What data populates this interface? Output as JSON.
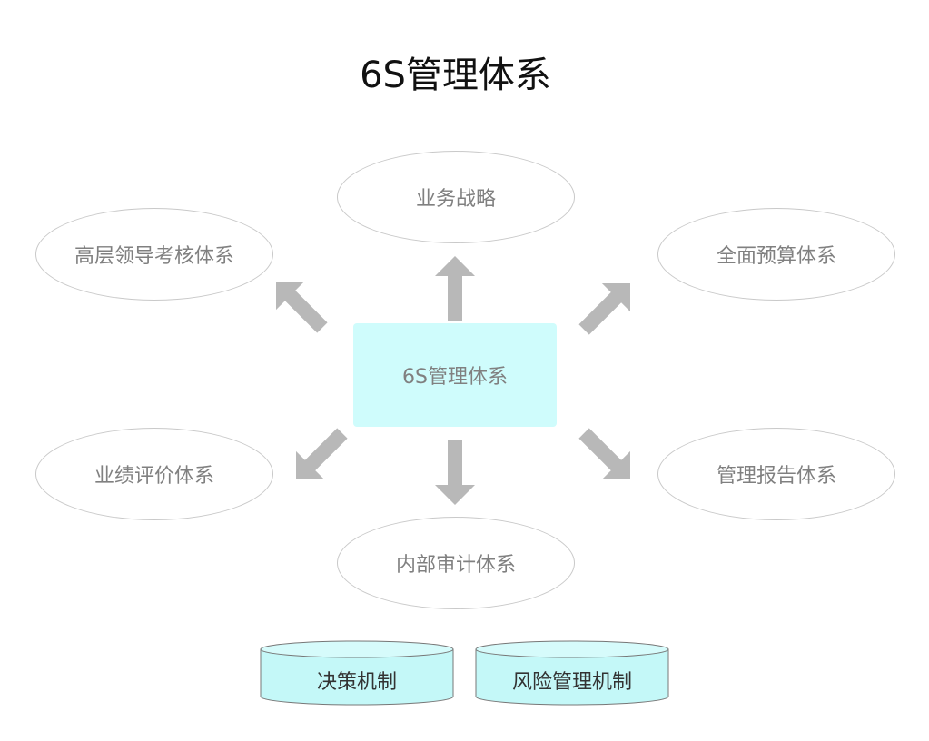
{
  "title": "6S管理体系",
  "center": "6S管理体系",
  "nodes": {
    "top": "业务战略",
    "top_left": "高层领导考核体系",
    "top_right": "全面预算体系",
    "bottom_left": "业绩评价体系",
    "bottom_right": "管理报告体系",
    "bottom": "内部审计体系"
  },
  "mechanisms": {
    "left": "决策机制",
    "right": "风险管理机制"
  },
  "colors": {
    "center_fill": "#cffcfc",
    "cylinder_fill": "#c4f8f8",
    "arrow": "#b8b8b8",
    "ellipse_border": "#c9c9c9",
    "ellipse_text": "#808080"
  }
}
